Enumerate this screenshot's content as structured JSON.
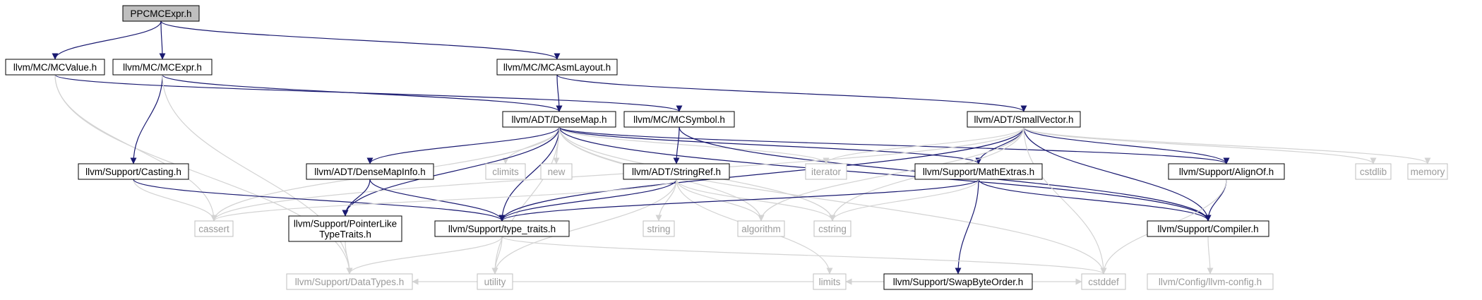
{
  "colors": {
    "edge": "#191970",
    "edge_system": "#d3d3d3",
    "node_border": "#000000",
    "node_border_system": "#bfbfbf",
    "node_fill": "#ffffff",
    "root_fill": "#bfbfbf",
    "label": "#000000",
    "label_system": "#9a9a9a"
  },
  "nodes": [
    {
      "id": "root",
      "lines": [
        "PPCMCExpr.h"
      ],
      "kind": "root"
    },
    {
      "id": "mcvalue",
      "lines": [
        "llvm/MC/MCValue.h"
      ],
      "kind": "header"
    },
    {
      "id": "mcexpr",
      "lines": [
        "llvm/MC/MCExpr.h"
      ],
      "kind": "header"
    },
    {
      "id": "mcasmlayout",
      "lines": [
        "llvm/MC/MCAsmLayout.h"
      ],
      "kind": "header"
    },
    {
      "id": "densemap",
      "lines": [
        "llvm/ADT/DenseMap.h"
      ],
      "kind": "header"
    },
    {
      "id": "mcsymbol",
      "lines": [
        "llvm/MC/MCSymbol.h"
      ],
      "kind": "header"
    },
    {
      "id": "smallvector",
      "lines": [
        "llvm/ADT/SmallVector.h"
      ],
      "kind": "header"
    },
    {
      "id": "casting",
      "lines": [
        "llvm/Support/Casting.h"
      ],
      "kind": "header"
    },
    {
      "id": "densemapinfo",
      "lines": [
        "llvm/ADT/DenseMapInfo.h"
      ],
      "kind": "header"
    },
    {
      "id": "climits",
      "lines": [
        "climits"
      ],
      "kind": "system"
    },
    {
      "id": "new",
      "lines": [
        "new"
      ],
      "kind": "system"
    },
    {
      "id": "stringref",
      "lines": [
        "llvm/ADT/StringRef.h"
      ],
      "kind": "header"
    },
    {
      "id": "iterator",
      "lines": [
        "iterator"
      ],
      "kind": "system"
    },
    {
      "id": "mathextras",
      "lines": [
        "llvm/Support/MathExtras.h"
      ],
      "kind": "header"
    },
    {
      "id": "alignof",
      "lines": [
        "llvm/Support/AlignOf.h"
      ],
      "kind": "header"
    },
    {
      "id": "cstdlib",
      "lines": [
        "cstdlib"
      ],
      "kind": "system"
    },
    {
      "id": "memory",
      "lines": [
        "memory"
      ],
      "kind": "system"
    },
    {
      "id": "cassert",
      "lines": [
        "cassert"
      ],
      "kind": "system"
    },
    {
      "id": "pointerlike",
      "lines": [
        "llvm/Support/PointerLike",
        "TypeTraits.h"
      ],
      "kind": "header"
    },
    {
      "id": "typetraits",
      "lines": [
        "llvm/Support/type_traits.h"
      ],
      "kind": "header"
    },
    {
      "id": "string",
      "lines": [
        "string"
      ],
      "kind": "system"
    },
    {
      "id": "algorithm",
      "lines": [
        "algorithm"
      ],
      "kind": "system"
    },
    {
      "id": "cstring",
      "lines": [
        "cstring"
      ],
      "kind": "system"
    },
    {
      "id": "swapbyteorder",
      "lines": [
        "llvm/Support/SwapByteOrder.h"
      ],
      "kind": "header"
    },
    {
      "id": "compiler",
      "lines": [
        "llvm/Support/Compiler.h"
      ],
      "kind": "header"
    },
    {
      "id": "datatypes",
      "lines": [
        "llvm/Support/DataTypes.h"
      ],
      "kind": "system"
    },
    {
      "id": "utility",
      "lines": [
        "utility"
      ],
      "kind": "system"
    },
    {
      "id": "limits",
      "lines": [
        "limits"
      ],
      "kind": "system"
    },
    {
      "id": "cstddef",
      "lines": [
        "cstddef"
      ],
      "kind": "system"
    },
    {
      "id": "llvmconfig",
      "lines": [
        "llvm/Config/llvm-config.h"
      ],
      "kind": "system"
    }
  ],
  "edges": [
    [
      "root",
      "mcvalue"
    ],
    [
      "root",
      "mcexpr"
    ],
    [
      "root",
      "mcasmlayout"
    ],
    [
      "mcvalue",
      "mcsymbol"
    ],
    [
      "mcvalue",
      "cassert"
    ],
    [
      "mcvalue",
      "datatypes"
    ],
    [
      "mcexpr",
      "densemap"
    ],
    [
      "mcexpr",
      "casting"
    ],
    [
      "mcexpr",
      "datatypes"
    ],
    [
      "mcasmlayout",
      "densemap"
    ],
    [
      "mcasmlayout",
      "smallvector"
    ],
    [
      "densemap",
      "densemapinfo"
    ],
    [
      "densemap",
      "climits"
    ],
    [
      "densemap",
      "new"
    ],
    [
      "densemap",
      "iterator"
    ],
    [
      "densemap",
      "mathextras"
    ],
    [
      "densemap",
      "alignof"
    ],
    [
      "densemap",
      "cassert"
    ],
    [
      "densemap",
      "pointerlike"
    ],
    [
      "densemap",
      "typetraits"
    ],
    [
      "densemap",
      "algorithm"
    ],
    [
      "densemap",
      "cstring"
    ],
    [
      "densemap",
      "compiler"
    ],
    [
      "densemap",
      "cstddef"
    ],
    [
      "densemap",
      "utility"
    ],
    [
      "mcsymbol",
      "stringref"
    ],
    [
      "mcsymbol",
      "compiler"
    ],
    [
      "smallvector",
      "alignof"
    ],
    [
      "smallvector",
      "compiler"
    ],
    [
      "smallvector",
      "mathextras"
    ],
    [
      "smallvector",
      "typetraits"
    ],
    [
      "smallvector",
      "iterator"
    ],
    [
      "smallvector",
      "algorithm"
    ],
    [
      "smallvector",
      "cassert"
    ],
    [
      "smallvector",
      "cstddef"
    ],
    [
      "smallvector",
      "cstdlib"
    ],
    [
      "smallvector",
      "cstring"
    ],
    [
      "smallvector",
      "memory"
    ],
    [
      "casting",
      "cassert"
    ],
    [
      "casting",
      "typetraits"
    ],
    [
      "densemapinfo",
      "pointerlike"
    ],
    [
      "densemapinfo",
      "typetraits"
    ],
    [
      "stringref",
      "typetraits"
    ],
    [
      "stringref",
      "cassert"
    ],
    [
      "stringref",
      "string"
    ],
    [
      "stringref",
      "algorithm"
    ],
    [
      "stringref",
      "cstring"
    ],
    [
      "stringref",
      "limits"
    ],
    [
      "stringref",
      "utility"
    ],
    [
      "mathextras",
      "swapbyteorder"
    ],
    [
      "mathextras",
      "compiler"
    ],
    [
      "mathextras",
      "typetraits"
    ],
    [
      "mathextras",
      "cstring"
    ],
    [
      "alignof",
      "compiler"
    ],
    [
      "alignof",
      "cstddef"
    ],
    [
      "pointerlike",
      "datatypes"
    ],
    [
      "typetraits",
      "datatypes"
    ],
    [
      "typetraits",
      "utility"
    ],
    [
      "typetraits",
      "cstddef"
    ],
    [
      "swapbyteorder",
      "datatypes"
    ],
    [
      "swapbyteorder",
      "limits"
    ],
    [
      "swapbyteorder",
      "cstddef"
    ],
    [
      "compiler",
      "llvmconfig"
    ]
  ]
}
